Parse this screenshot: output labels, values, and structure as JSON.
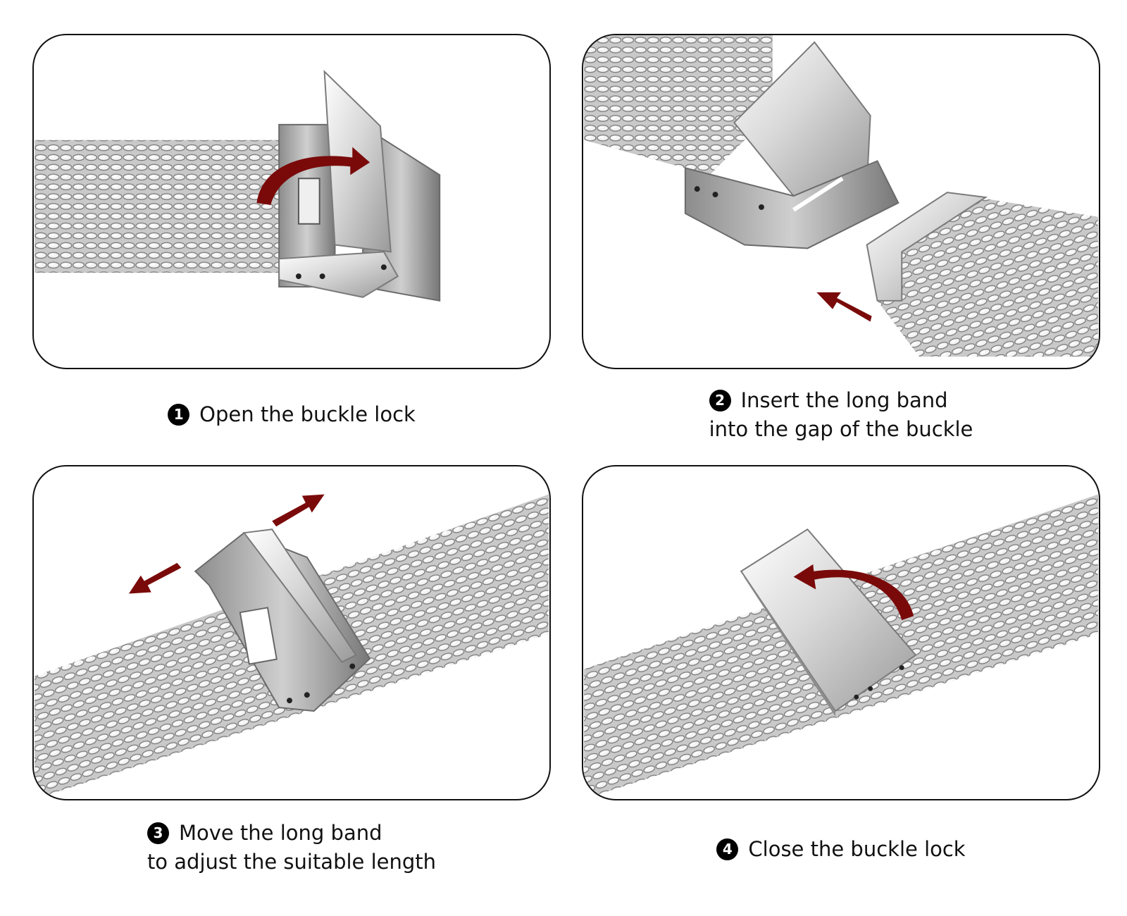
{
  "accent_color": "#7a0a0a",
  "steps": [
    {
      "number": "1",
      "lines": [
        "Open the buckle lock"
      ],
      "image": "mesh band with open buckle lock, curved arrow showing opening"
    },
    {
      "number": "2",
      "lines": [
        "Insert the long band",
        "into the gap of the buckle"
      ],
      "image": "open buckle with long band end and insertion arrow"
    },
    {
      "number": "3",
      "lines": [
        "Move the long band",
        "to adjust the suitable length"
      ],
      "image": "mesh band through buckle with two opposite arrows"
    },
    {
      "number": "4",
      "lines": [
        "Close the buckle lock"
      ],
      "image": "closed buckle on mesh band with curved arrow"
    }
  ],
  "icons": {
    "open_arrow": "curved-arrow-icon",
    "insert_arrow": "arrow-up-left-icon",
    "adjust_arrows": "double-arrow-icon",
    "close_arrow": "curved-arrow-icon"
  }
}
